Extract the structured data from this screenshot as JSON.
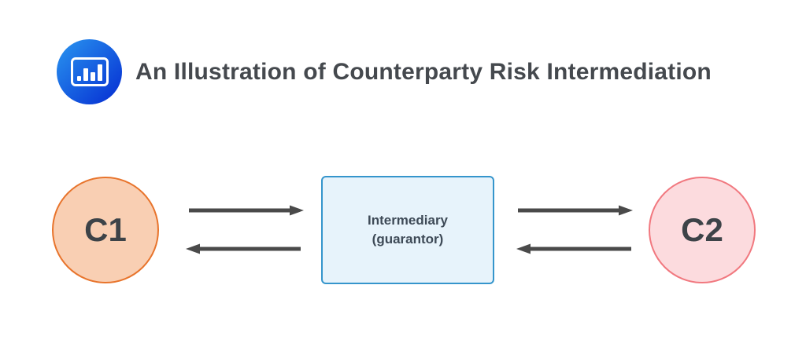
{
  "header": {
    "title": "An Illustration of Counterparty Risk Intermediation"
  },
  "logo": {
    "icon": "bar-chart-icon"
  },
  "diagram": {
    "c1": {
      "label": "C1"
    },
    "intermediary": {
      "line1": "Intermediary",
      "line2": "(guarantor)"
    },
    "c2": {
      "label": "C2"
    },
    "arrows": {
      "c1_to_intermediary": "right",
      "intermediary_to_c1": "left",
      "intermediary_to_c2": "right",
      "c2_to_intermediary": "left"
    }
  },
  "colors": {
    "title-text": "#45494e",
    "node-text": "#3d4348",
    "box-text": "#3e4a57",
    "c1-fill": "#f9cfb3",
    "c1-border": "#e8742c",
    "c2-fill": "#fcdbde",
    "c2-border": "#f1787f",
    "box-fill": "#e7f3fb",
    "box-border": "#3595cc",
    "arrow": "#4a4a4a",
    "logo-blue-1": "#2a96f0",
    "logo-blue-2": "#0a3bd6"
  }
}
